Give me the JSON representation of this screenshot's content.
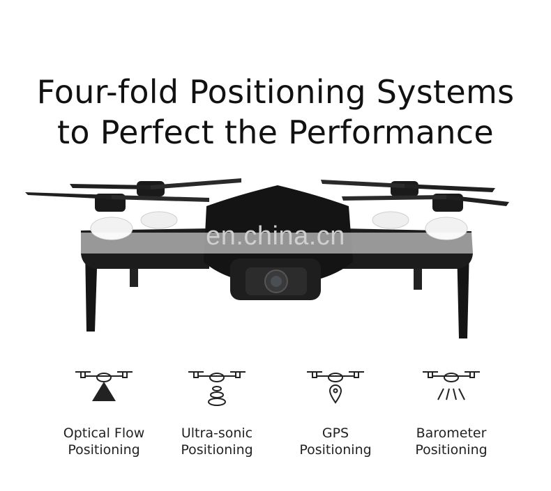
{
  "headline": {
    "line1": "Four-fold Positioning Systems",
    "line2": "to Perfect the Performance"
  },
  "watermark": "en.china.cn",
  "features": [
    {
      "icon": "optical-flow-icon",
      "line1": "Optical Flow",
      "line2": "Positioning"
    },
    {
      "icon": "ultrasonic-icon",
      "line1": "Ultra-sonic",
      "line2": "Positioning"
    },
    {
      "icon": "gps-icon",
      "line1": "GPS",
      "line2": "Positioning"
    },
    {
      "icon": "barometer-icon",
      "line1": "Barometer",
      "line2": "Positioning"
    }
  ],
  "colors": {
    "drone_body": "#1a1a1a",
    "background": "#ffffff",
    "text": "#111111"
  }
}
